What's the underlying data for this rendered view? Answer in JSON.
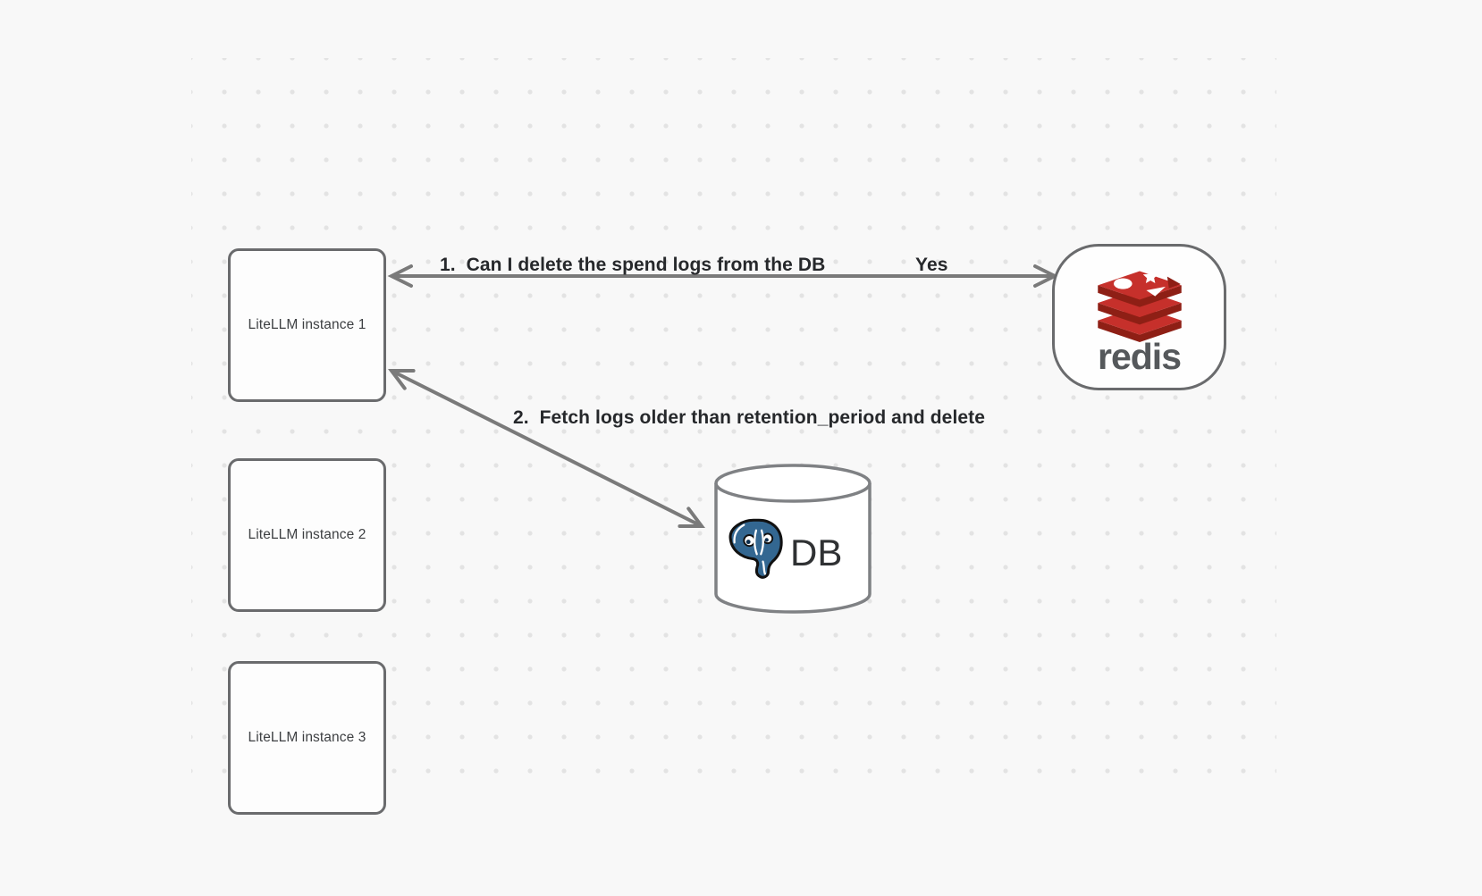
{
  "canvas": {
    "type": "diagram-canvas"
  },
  "nodes": {
    "instances": [
      {
        "label": "LiteLLM instance 1"
      },
      {
        "label": "LiteLLM instance 2"
      },
      {
        "label": "LiteLLM instance 3"
      }
    ],
    "redis": {
      "label": "redis",
      "icon": "redis-logo"
    },
    "db": {
      "label": "DB",
      "icon": "postgresql-logo",
      "shape": "cylinder"
    }
  },
  "arrows": [
    {
      "from": "LiteLLM instance 1",
      "to": "redis",
      "direction": "bidirectional",
      "label": "1.  Can I delete the spend logs from the DB",
      "response_label": "Yes"
    },
    {
      "from": "LiteLLM instance 1",
      "to": "DB",
      "direction": "bidirectional",
      "label": "2.  Fetch logs older than retention_period and delete"
    }
  ],
  "colors": {
    "bg": "#f8f8f8",
    "dot": "#e3e3e3",
    "node-border": "#6a6b6d",
    "node-text": "#3e4043",
    "line": "#7a7a7a",
    "label-text": "#26282b",
    "redis-red": "#c6302b",
    "redis-dark": "#8e1f15",
    "redis-word": "#55585b",
    "pg-blue": "#336791",
    "db-text": "#2f3133",
    "cyl-border": "#7f8184"
  }
}
